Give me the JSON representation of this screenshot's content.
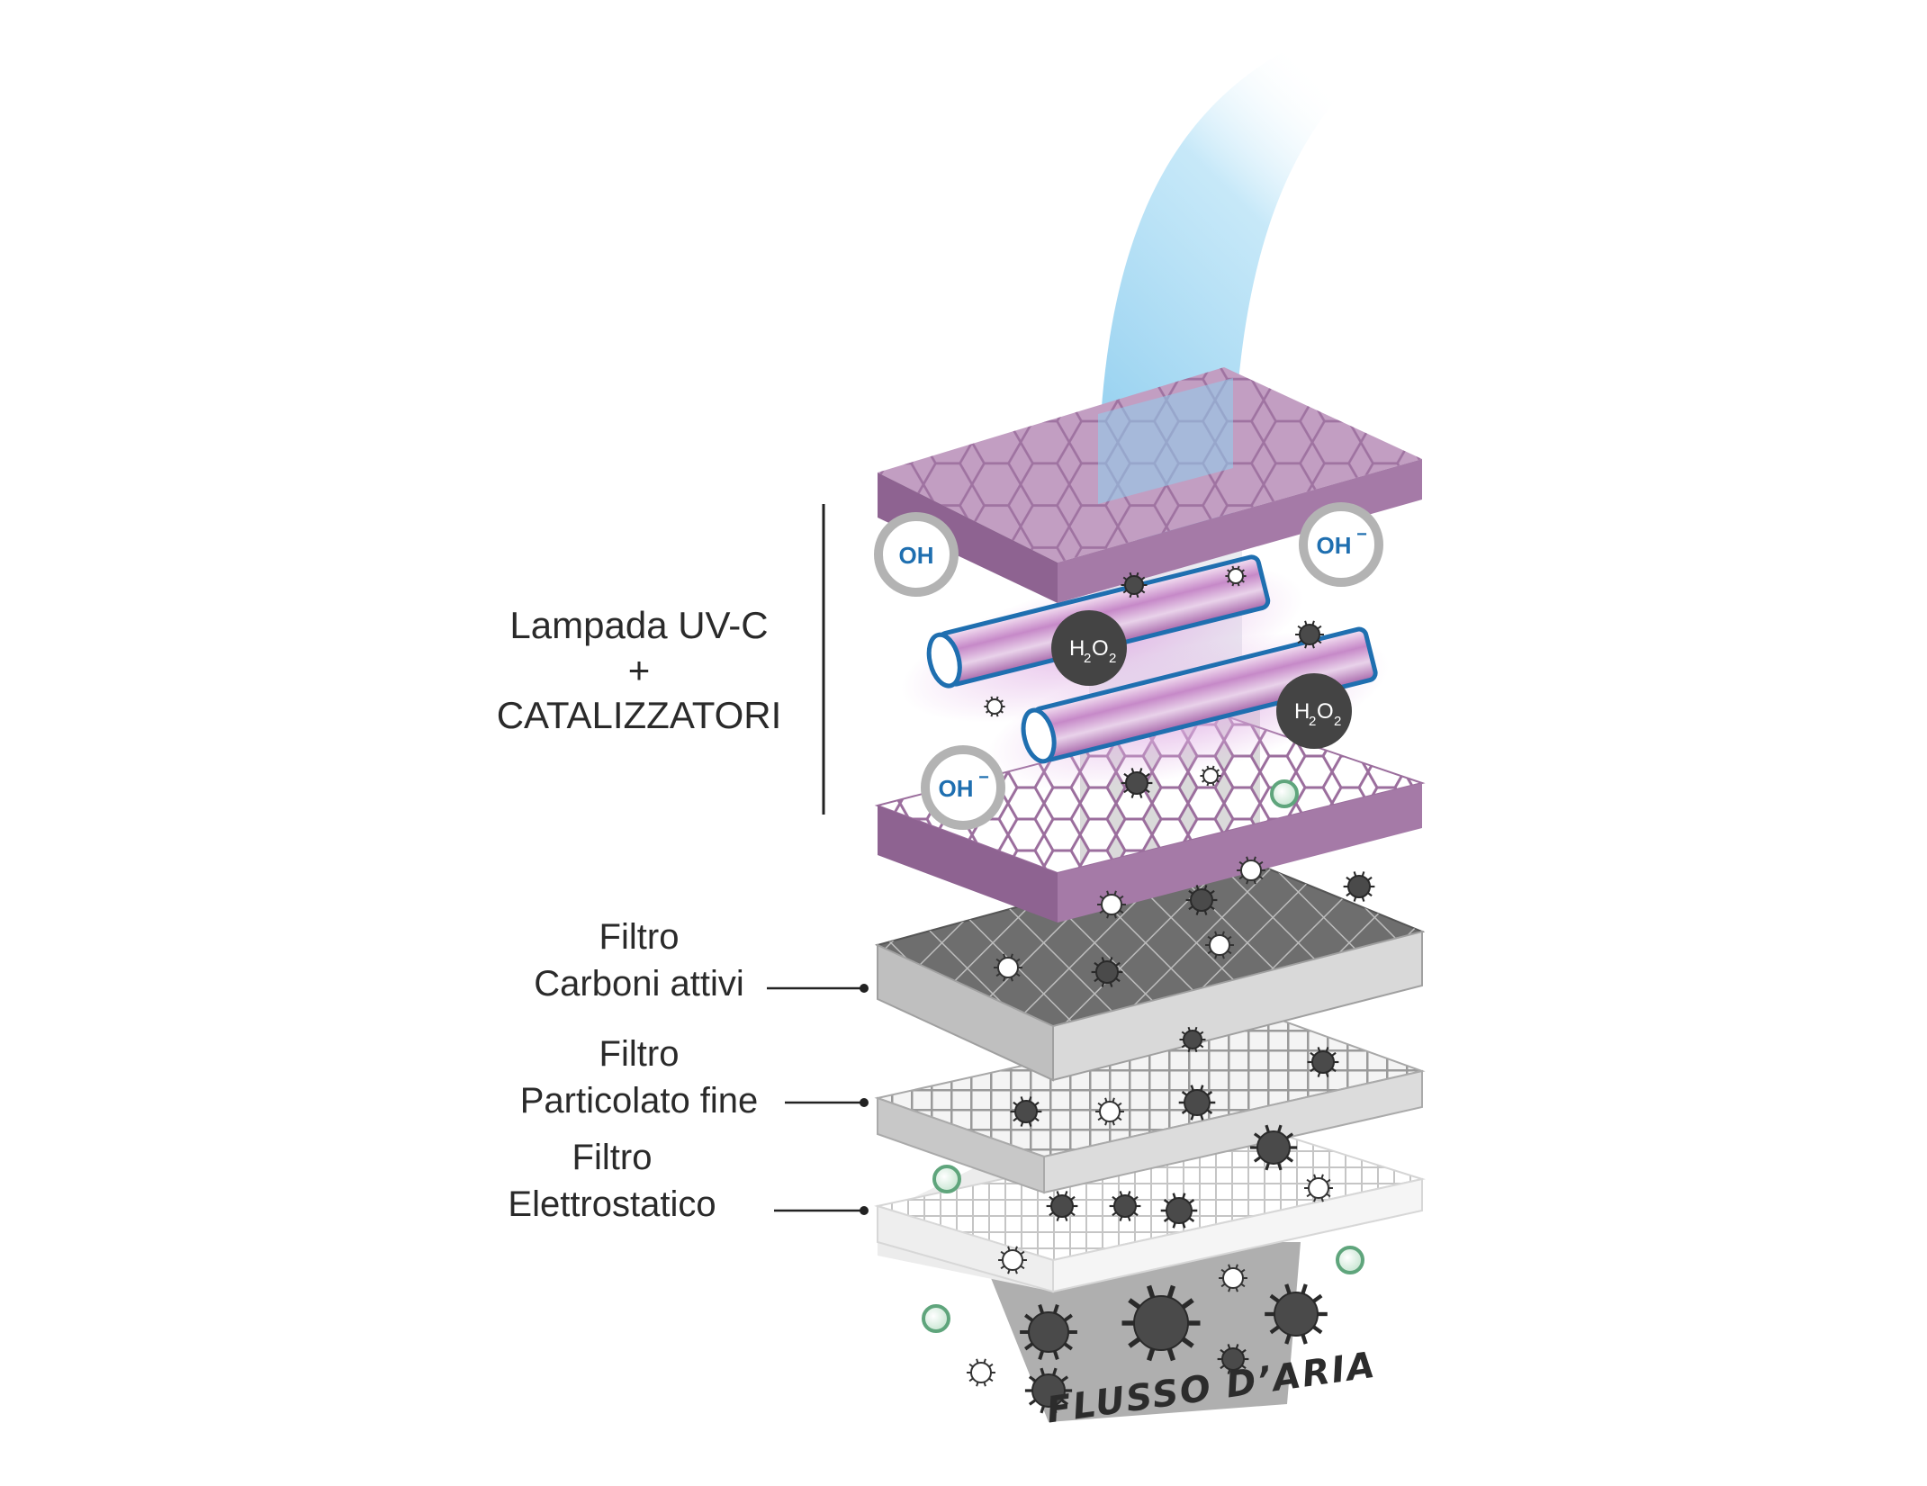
{
  "uv_section": {
    "line1": "Lampada UV-C",
    "line2": "+",
    "line3": "CATALIZZATORI"
  },
  "filters": [
    {
      "line1": "Filtro",
      "line2": "Carboni attivi"
    },
    {
      "line1": "Filtro",
      "line2": "Particolato fine"
    },
    {
      "line1": "Filtro",
      "line2": "Elettrostatico"
    }
  ],
  "airflow_label": "FLUSSO D’ARIA",
  "molecules": {
    "hydroxyl": "OH",
    "hydroxyl_ion": "OH",
    "peroxide_h": "H",
    "peroxide_o": "O",
    "sub": "2",
    "minus": "−"
  },
  "colors": {
    "purple_top": "#b993b8",
    "purple_side": "#8e6391",
    "carbon_top": "#6b6b6b",
    "carbon_side": "#c9c9c9",
    "fine_top": "#b9b9b9",
    "static_top": "#e3e3e3",
    "lamp_edge": "#1f6fb0",
    "airflow_blue": "#8fd0ef",
    "particle_dark": "#4a4a4a",
    "particle_green": "#7dbf96",
    "ring_gray": "#b3b3b3"
  }
}
